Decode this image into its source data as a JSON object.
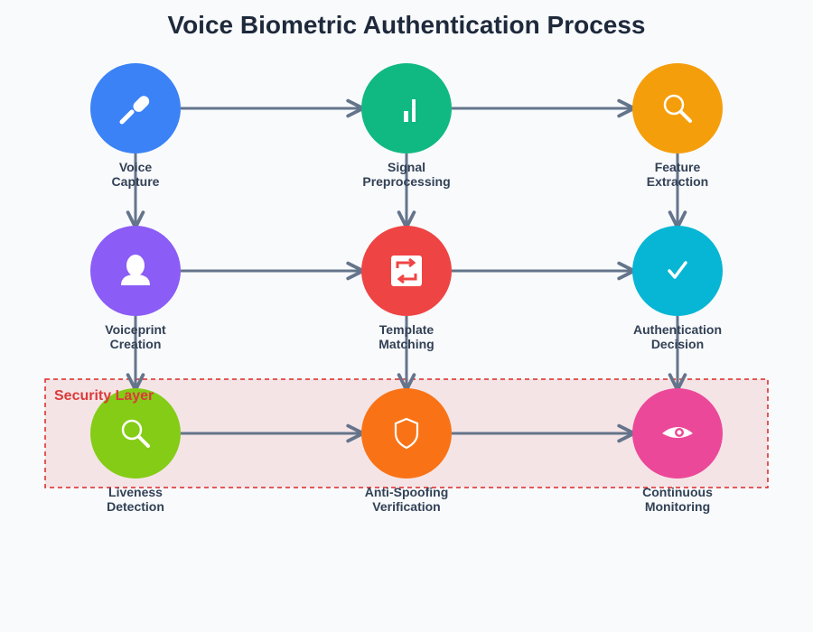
{
  "title": "Voice Biometric Authentication Process",
  "security_layer": {
    "label": "Security Layer",
    "fill": "#dc2626",
    "stroke": "#dc2626"
  },
  "colors": {
    "arrow": "#64748b",
    "label_text": "#334155",
    "title_text": "#1e293b"
  },
  "nodes": [
    {
      "id": "voice-capture",
      "label": "Voice\nCapture",
      "color": "#3b82f6",
      "icon": "microphone-icon"
    },
    {
      "id": "signal-preprocessing",
      "label": "Signal\nPreprocessing",
      "color": "#10b981",
      "icon": "bar-chart-icon"
    },
    {
      "id": "feature-extraction",
      "label": "Feature\nExtraction",
      "color": "#f59e0b",
      "icon": "magnifier-icon"
    },
    {
      "id": "voiceprint-creation",
      "label": "Voiceprint\nCreation",
      "color": "#8b5cf6",
      "icon": "person-icon"
    },
    {
      "id": "template-matching",
      "label": "Template\nMatching",
      "color": "#ef4444",
      "icon": "sync-icon"
    },
    {
      "id": "authentication-decision",
      "label": "Authentication\nDecision",
      "color": "#06b6d4",
      "icon": "checkmark-icon"
    },
    {
      "id": "liveness-detection",
      "label": "Liveness\nDetection",
      "color": "#84cc16",
      "icon": "magnifier-icon"
    },
    {
      "id": "anti-spoofing-verification",
      "label": "Anti-Spoofing\nVerification",
      "color": "#f97316",
      "icon": "shield-icon"
    },
    {
      "id": "continuous-monitoring",
      "label": "Continuous\nMonitoring",
      "color": "#ec4899",
      "icon": "eye-icon"
    }
  ],
  "edges": [
    [
      "voice-capture",
      "signal-preprocessing"
    ],
    [
      "signal-preprocessing",
      "feature-extraction"
    ],
    [
      "voiceprint-creation",
      "template-matching"
    ],
    [
      "template-matching",
      "authentication-decision"
    ],
    [
      "liveness-detection",
      "anti-spoofing-verification"
    ],
    [
      "anti-spoofing-verification",
      "continuous-monitoring"
    ],
    [
      "voice-capture",
      "voiceprint-creation"
    ],
    [
      "signal-preprocessing",
      "template-matching"
    ],
    [
      "feature-extraction",
      "authentication-decision"
    ],
    [
      "voiceprint-creation",
      "liveness-detection"
    ],
    [
      "template-matching",
      "anti-spoofing-verification"
    ],
    [
      "authentication-decision",
      "continuous-monitoring"
    ]
  ]
}
